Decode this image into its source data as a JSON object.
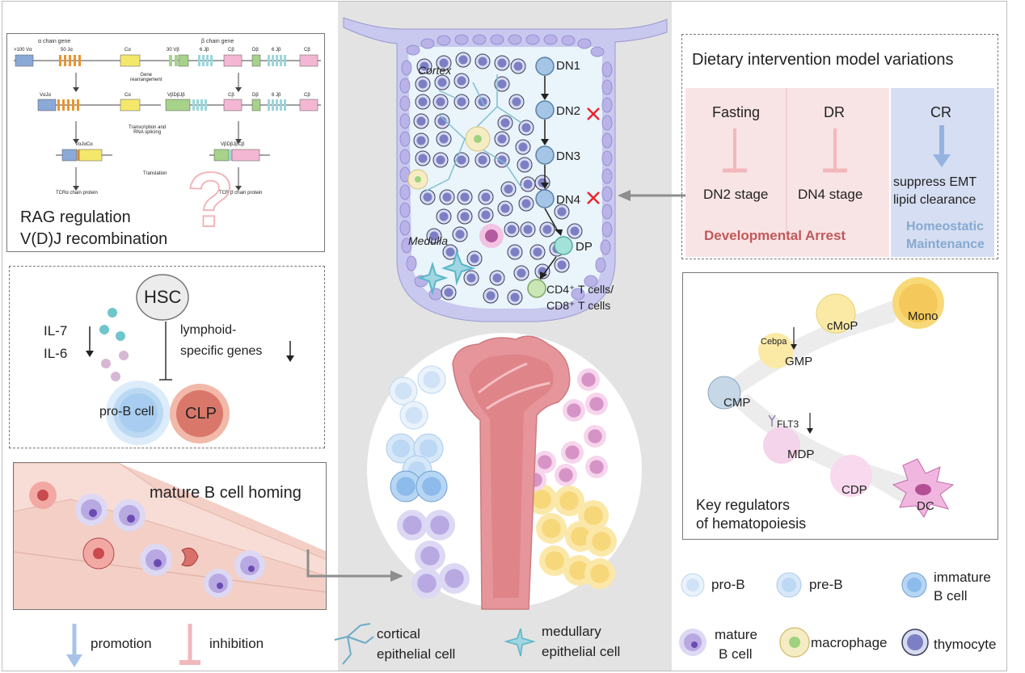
{
  "rag_panel": {
    "alpha_gene_label": "α chain gene",
    "beta_gene_label": "β chain gene",
    "v100": ">100 Vα",
    "j50": "50 Jα",
    "ca": "Cα",
    "v30": "30 Vβ",
    "db": "Dβ",
    "j6": "6 Jβ",
    "cb": "Cβ",
    "vaja": "VαJα",
    "vdjb": "VβDβJβ",
    "gene_rearr": "Gene\nrearrangement",
    "transcription": "Transcription and\nRNA splicing",
    "vajaca": "VαJαCα",
    "vdjcb": "VβDβJβCβ",
    "translation": "Translation",
    "tcr_a_protein": "TCRα chain protein",
    "tcr_b_protein": "TCR β chain protein",
    "question": "?",
    "title1": "RAG regulation",
    "title2": "V(D)J recombination"
  },
  "hsc_panel": {
    "hsc": "HSC",
    "il7": "IL-7",
    "il6": "IL-6",
    "lymphoid1": "lymphoid-",
    "lymphoid2": "specific genes",
    "prob": "pro-B cell",
    "clp": "CLP"
  },
  "homing_panel": {
    "title": "mature B cell homing"
  },
  "thymus": {
    "cortex": "Cortex",
    "medulla": "Medulla",
    "stages": [
      "DN1",
      "DN2",
      "DN3",
      "DN4",
      "DP"
    ],
    "final1": "CD4⁺ T cells/",
    "final2": "CD8⁺ T cells"
  },
  "diet_panel": {
    "title": "Dietary intervention model variations",
    "fasting": "Fasting",
    "dr": "DR",
    "cr": "CR",
    "fasting_stage": "DN2 stage",
    "dr_stage": "DN4 stage",
    "cr_effect1": "suppress EMT",
    "cr_effect2": "lipid clearance",
    "arrest": "Developmental Arrest",
    "homeo1": "Homeostatic",
    "homeo2": "Maintenance"
  },
  "hema_panel": {
    "mono": "Mono",
    "cmop": "cMoP",
    "cebpa": "Cebpa",
    "gmp": "GMP",
    "cmp": "CMP",
    "flt3": "FLT3",
    "mdp": "MDP",
    "cdp": "CDP",
    "dc": "DC",
    "title1": "Key regulators",
    "title2": "of hematopoiesis"
  },
  "legend": {
    "promotion": "promotion",
    "inhibition": "inhibition",
    "cortical1": "cortical",
    "cortical2": "epithelial cell",
    "medullary1": "medullary",
    "medullary2": "epithelial cell",
    "prob": "pro-B",
    "preb": "pre-B",
    "immature1": "immature",
    "immature2": "B cell",
    "mature1": "mature",
    "mature2": "B cell",
    "macrophage": "macrophage",
    "thymocyte": "thymocyte"
  },
  "colors": {
    "thymus_capsule": "#c9c8ee",
    "thymus_inner": "#e9f4fb",
    "thymocyte": "#7c7fc4",
    "arrest_red": "#c0595a",
    "homeo_blue": "#86a9cf",
    "cr_bg": "#d6def3",
    "arrest_bg": "#f9e4e5",
    "bone": "#e9a0a3",
    "vessel": "#f4cfc6"
  }
}
